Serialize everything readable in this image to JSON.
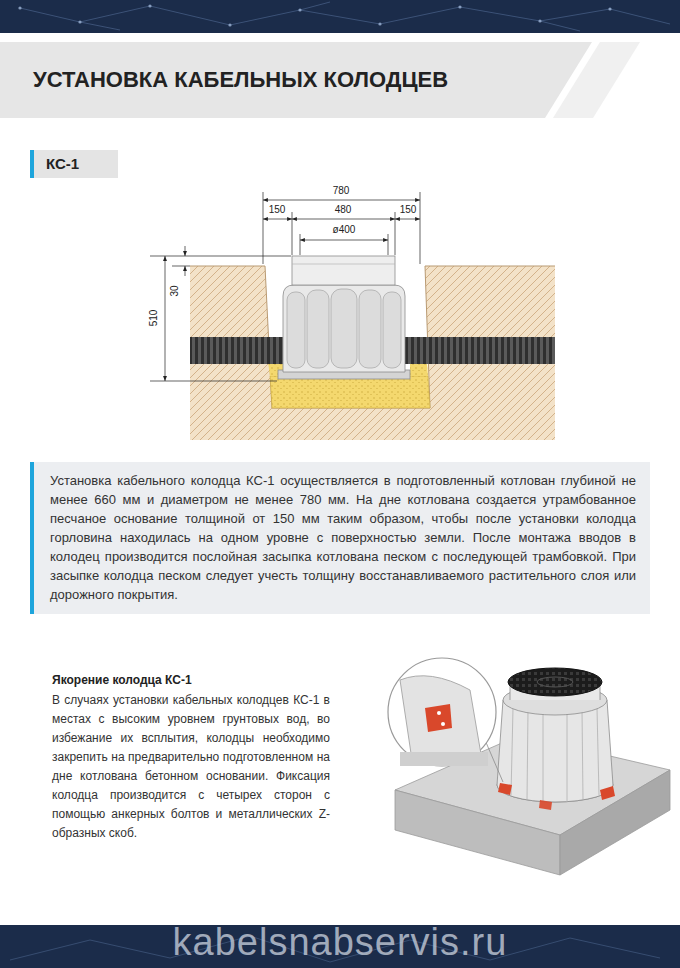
{
  "diagram": {
    "title": "УСТАНОВКА КАБЕЛЬНЫХ КОЛОДЦЕВ",
    "nodes": [
      {
        "text": [
          "КС-1"
        ]
      },
      {
        "text": [
          "Установка кабельного колодца КС-1 осуществляется в подготовленный котлован глубиной не менее 660 мм и диаметром не менее 780 мм. На дне котлована создается утрамбованное песчаное основание толщиной от 150 мм таким образом, чтобы после установки колодца горловина находилась на одном уровне с поверхностью земли. После монтажа вводов в колодец производится послойная засыпка котлована песком с последующей трамбовкой. При засыпке колодца песком следует учесть толщину восстанавливаемого растительного слоя или дорожного покрытия."
        ]
      }
    ],
    "labels": [
      "780",
      "150",
      "480",
      "150",
      "ø400",
      "30",
      "510",
      "Якорение колодца КС-1",
      "В случаях установки кабельных колодцев КС-1 в местах с высоким уровнем грунтовых вод, во избежание их всплытия, колодцы необходимо закрепить на предварительно подготовленном на дне котлована бетонном основании. Фиксация колодца производится с четырех сторон с помощью анкерных болтов и металлических Z-образных скоб.",
      "kabelsnabservis.ru"
    ]
  }
}
